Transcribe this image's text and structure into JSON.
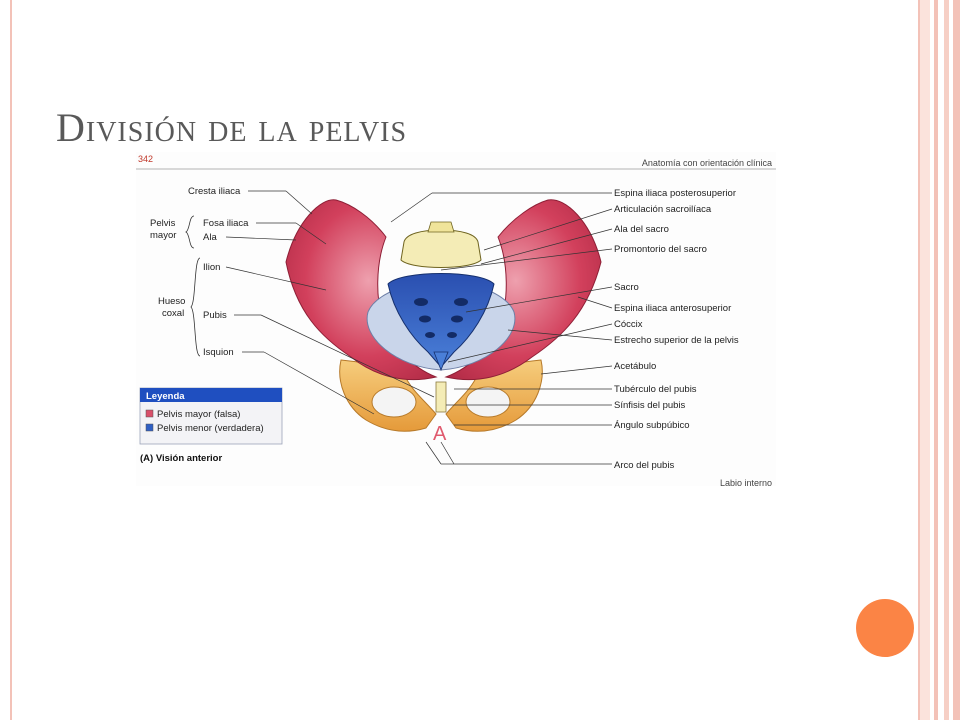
{
  "slide": {
    "title": "División de la pelvis",
    "accent_color": "#fb8445",
    "frame_color": "#f3c2b8"
  },
  "figure": {
    "page_number": "342",
    "header": "Anatomía con orientación clínica",
    "caption": "(A) Visión anterior",
    "footer_fragment": "Labio interno",
    "arch_letter": "A",
    "left_labels": {
      "cresta_iliaca": "Cresta iliaca",
      "pelvis_mayor_group": [
        "Pelvis",
        "mayor"
      ],
      "fosa_iliaca": "Fosa iliaca",
      "ala": "Ala",
      "ilion": "Ilion",
      "hueso_coxal_group": [
        "Hueso",
        "coxal"
      ],
      "pubis": "Pubis",
      "isquion": "Isquion"
    },
    "right_labels": [
      "Espina iliaca posterosuperior",
      "Articulación sacroilíaca",
      "Ala del sacro",
      "Promontorio del sacro",
      "Sacro",
      "Espina iliaca anterosuperior",
      "Cóccix",
      "Estrecho superior de la pelvis",
      "Acetábulo",
      "Tubérculo del pubis",
      "Sínfisis del pubis",
      "Ángulo subpúbico",
      "Arco del pubis"
    ],
    "legend": {
      "title": "Leyenda",
      "items": [
        {
          "label": "Pelvis mayor (falsa)",
          "color": "#d9506a"
        },
        {
          "label": "Pelvis menor (verdadera)",
          "color": "#2f5fc4"
        }
      ],
      "header_color": "#1f4fc0"
    },
    "colors": {
      "ilium": "#d2405c",
      "ilium_light": "#e98a9c",
      "sacrum": "#2f5fc4",
      "inlet": "#c9d5ea",
      "pubis_bone": "#f0b45a",
      "vertebra": "#f4ecb6"
    }
  }
}
